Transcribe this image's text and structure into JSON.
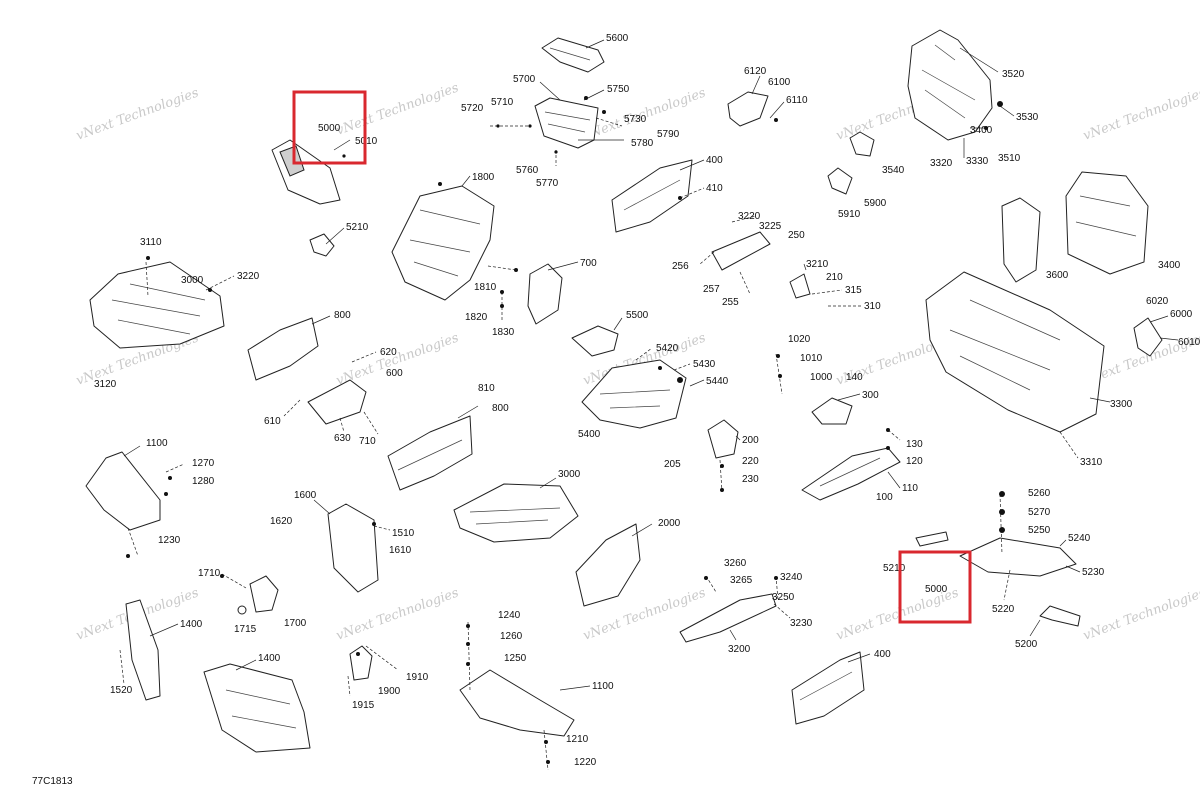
{
  "diagram_code": "77C1813",
  "watermark": "vNext Technologies",
  "highlight_color": "#d9282f",
  "callouts": {
    "c5600": "5600",
    "c5700": "5700",
    "c5750": "5750",
    "c5720": "5720",
    "c5710": "5710",
    "c5730": "5730",
    "c5790": "5790",
    "c5780": "5780",
    "c5760": "5760",
    "c5770": "5770",
    "c6120": "6120",
    "c6100": "6100",
    "c6110": "6110",
    "c3520": "3520",
    "c3530": "3530",
    "c3400a": "3400",
    "c3510": "3510",
    "c3320": "3320",
    "c3330": "3330",
    "c3540": "3540",
    "c5900": "5900",
    "c5910": "5910",
    "c5000a": "5000",
    "c5010": "5010",
    "c5210a": "5210",
    "c1800": "1800",
    "c1810": "1810",
    "c1820": "1820",
    "c1830": "1830",
    "c700": "700",
    "c400a": "400",
    "c410": "410",
    "c3220a": "3220",
    "c3225": "3225",
    "c250": "250",
    "c256": "256",
    "c257": "257",
    "c255": "255",
    "c3210": "3210",
    "c210": "210",
    "c315": "315",
    "c310": "310",
    "c3600": "3600",
    "c3400b": "3400",
    "c3110": "3110",
    "c3000a": "3000",
    "c3220b": "3220",
    "c3120": "3120",
    "c800a": "800",
    "c620": "620",
    "c600": "600",
    "c610": "610",
    "c630": "630",
    "c710": "710",
    "c5500": "5500",
    "c5420": "5420",
    "c5430": "5430",
    "c5440": "5440",
    "c5400": "5400",
    "c1020": "1020",
    "c1010": "1010",
    "c1000": "1000",
    "c140": "140",
    "c300": "300",
    "c6020": "6020",
    "c6000": "6000",
    "c6010": "6010",
    "c3300": "3300",
    "c3310": "3310",
    "c810": "810",
    "c800b": "800",
    "c200": "200",
    "c205": "205",
    "c220": "220",
    "c230": "230",
    "c130": "130",
    "c120": "120",
    "c110": "110",
    "c100": "100",
    "c1100a": "1100",
    "c1270": "1270",
    "c1280": "1280",
    "c1230": "1230",
    "c3000b": "3000",
    "c1600": "1600",
    "c1620": "1620",
    "c1510": "1510",
    "c1610": "1610",
    "c2000": "2000",
    "c3260": "3260",
    "c3265": "3265",
    "c3240": "3240",
    "c3250": "3250",
    "c3230": "3230",
    "c3200": "3200",
    "c5260": "5260",
    "c5270": "5270",
    "c5250": "5250",
    "c5240": "5240",
    "c5230": "5230",
    "c5210b": "5210",
    "c5000b": "5000",
    "c5220": "5220",
    "c5200": "5200",
    "c1710": "1710",
    "c1715": "1715",
    "c1700": "1700",
    "c1400a": "1400",
    "c1520": "1520",
    "c1400b": "1400",
    "c1910": "1910",
    "c1900": "1900",
    "c1915": "1915",
    "c1240": "1240",
    "c1260": "1260",
    "c1250": "1250",
    "c1100b": "1100",
    "c1210": "1210",
    "c1220": "1220",
    "c400b": "400"
  }
}
